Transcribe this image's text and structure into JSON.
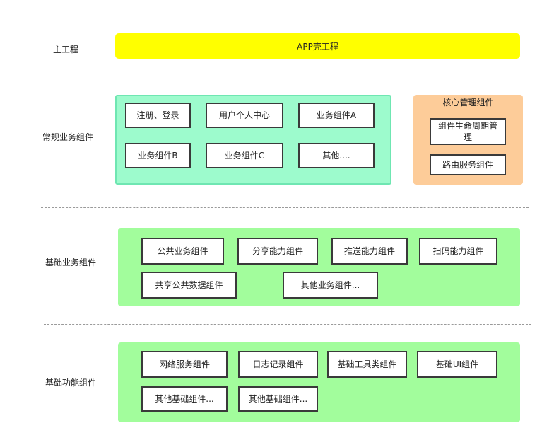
{
  "rows": {
    "main": "主工程",
    "regular": "常规业务组件",
    "basic_business": "基础业务组件",
    "basic_function": "基础功能组件"
  },
  "main_project": {
    "label": "APP壳工程"
  },
  "regular_business": {
    "items": [
      "注册、登录",
      "用户个人中心",
      "业务组件A",
      "业务组件B",
      "业务组件C",
      "其他...."
    ]
  },
  "core_management": {
    "title": "核心管理组件",
    "items": [
      "组件生命周期管理",
      "路由服务组件"
    ]
  },
  "basic_business": {
    "items": [
      "公共业务组件",
      "分享能力组件",
      "推送能力组件",
      "扫码能力组件",
      "共享公共数据组件",
      "其他业务组件..."
    ]
  },
  "basic_function": {
    "items": [
      "网络服务组件",
      "日志记录组件",
      "基础工具类组件",
      "基础UI组件",
      "其他基础组件...",
      "其他基础组件..."
    ]
  },
  "colors": {
    "main_bar": "#ffff00",
    "regular_panel": "#9dfbcd",
    "core_panel": "#fdcc99",
    "basic_panels": "#a2fd9c"
  }
}
